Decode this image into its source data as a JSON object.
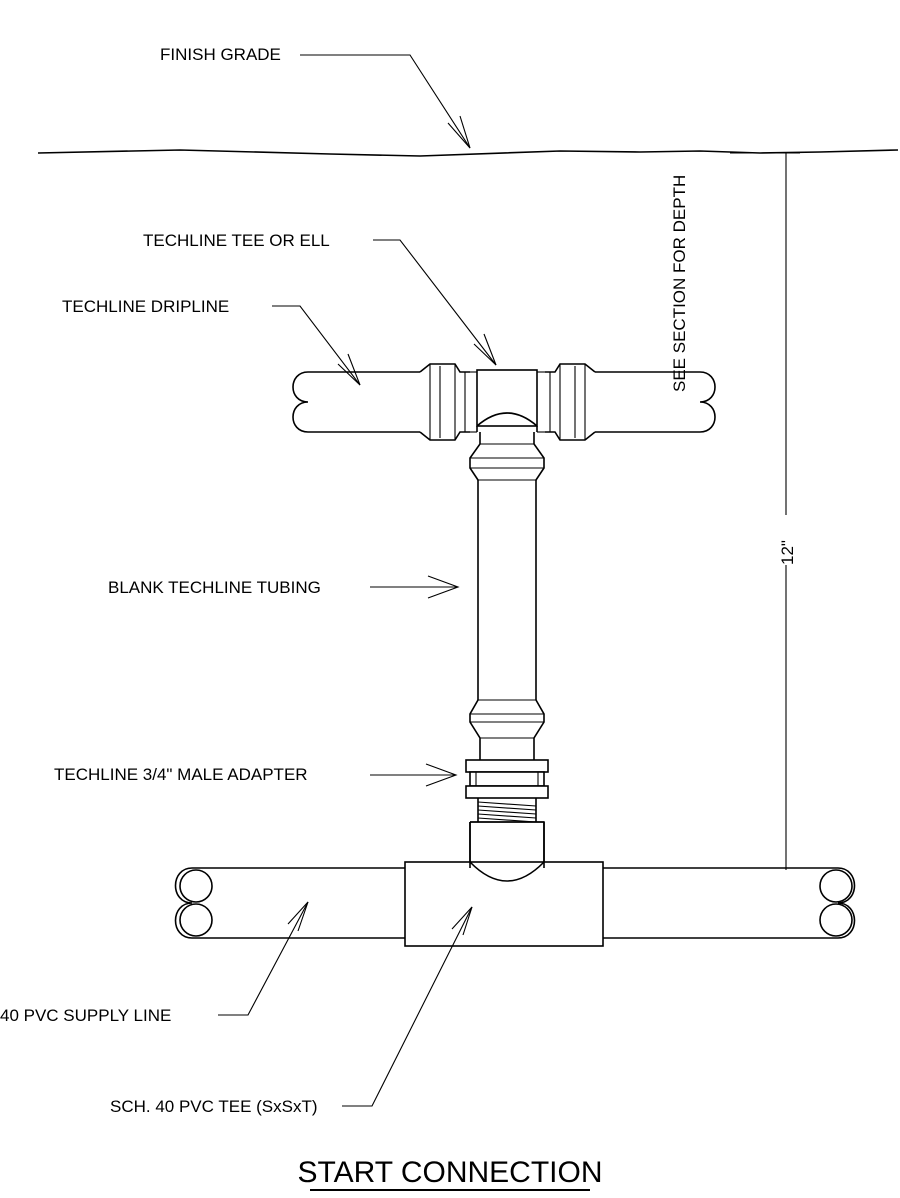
{
  "labels": {
    "finish_grade": "FINISH GRADE",
    "tee_or_ell": "TECHLINE TEE OR ELL",
    "dripline": "TECHLINE DRIPLINE",
    "see_section": "SEE SECTION FOR DEPTH",
    "blank_tubing": "BLANK TECHLINE TUBING",
    "dimension": "12\"",
    "male_adapter": "TECHLINE 3/4\" MALE ADAPTER",
    "supply_line": "40 PVC SUPPLY LINE",
    "pvc_tee": "SCH. 40 PVC TEE (SxSxT)"
  },
  "title": "START CONNECTION"
}
